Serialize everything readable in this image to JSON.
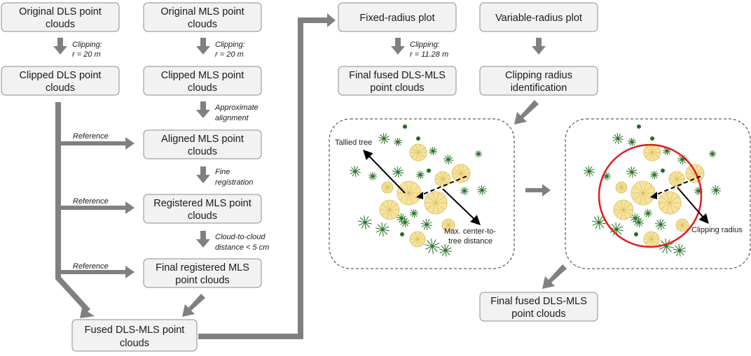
{
  "boxes": {
    "orig_dls": [
      "Original DLS point",
      "clouds"
    ],
    "orig_mls": [
      "Original MLS point",
      "clouds"
    ],
    "clip_dls": [
      "Clipped DLS point",
      "clouds"
    ],
    "clip_mls": [
      "Clipped MLS point",
      "clouds"
    ],
    "aligned_mls": [
      "Aligned MLS point",
      "clouds"
    ],
    "registered_mls": [
      "Registered MLS point",
      "clouds"
    ],
    "final_reg_mls": [
      "Final registered MLS",
      "point clouds"
    ],
    "fused": [
      "Fused DLS-MLS point",
      "clouds"
    ],
    "fixed_plot": [
      "Fixed-radius plot"
    ],
    "variable_plot": [
      "Variable-radius plot"
    ],
    "final_fused_1": [
      "Final fused DLS-MLS",
      "point clouds"
    ],
    "clip_radius_id": [
      "Clipping radius",
      "identification"
    ],
    "final_fused_2": [
      "Final fused DLS-MLS",
      "point clouds"
    ]
  },
  "notes": {
    "clip_dls": [
      "Clipping:",
      "r = 20 m"
    ],
    "clip_mls": [
      "Clipping:",
      "r = 20 m"
    ],
    "approx": [
      "Approximate",
      "alignment"
    ],
    "fine": [
      "Fine",
      "registration"
    ],
    "c2c": [
      "Cloud-to-cloud",
      "distance < 5 cm"
    ],
    "clip_fixed": [
      "Clipping:",
      "r = 11.28 m"
    ],
    "ref1": "Reference",
    "ref2": "Reference",
    "ref3": "Reference"
  },
  "annotations": {
    "tallied_tree": "Tallied tree",
    "max_dist": [
      "Max. center-to-",
      "tree distance"
    ],
    "clipping_radius": "Clipping radius"
  },
  "colors": {
    "box_fill": "#f2f2f2",
    "box_stroke": "#8c8c8c",
    "arrow": "#808080",
    "crown_fill": "#f7e3a0",
    "crown_stroke": "#d8bb55",
    "tree_green": "#1f6e1f",
    "circle_red": "#e31a1c"
  }
}
